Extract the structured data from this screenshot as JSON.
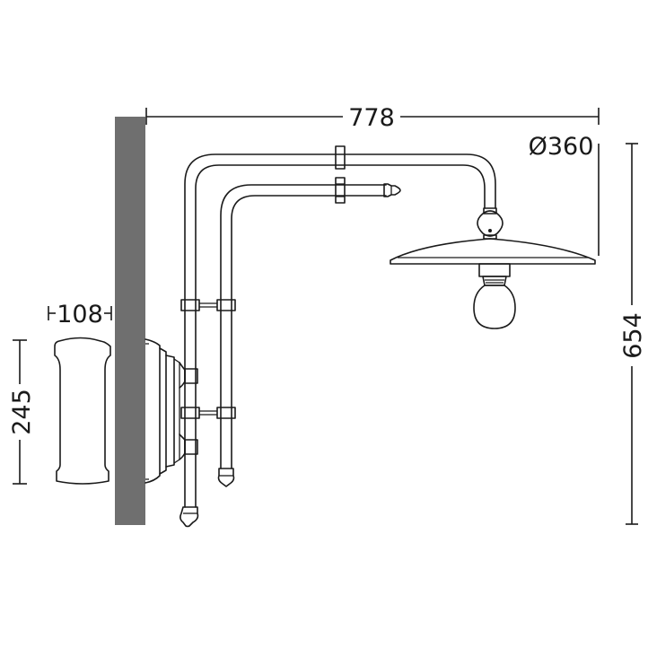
{
  "dimensions": {
    "overall_width": "778",
    "shade_diameter": "Ø360",
    "overall_height": "654",
    "plate_width": "108",
    "plate_height": "245"
  },
  "colors": {
    "wall": "#6f6f6f",
    "line": "#1a1a1a",
    "background": "#ffffff"
  }
}
